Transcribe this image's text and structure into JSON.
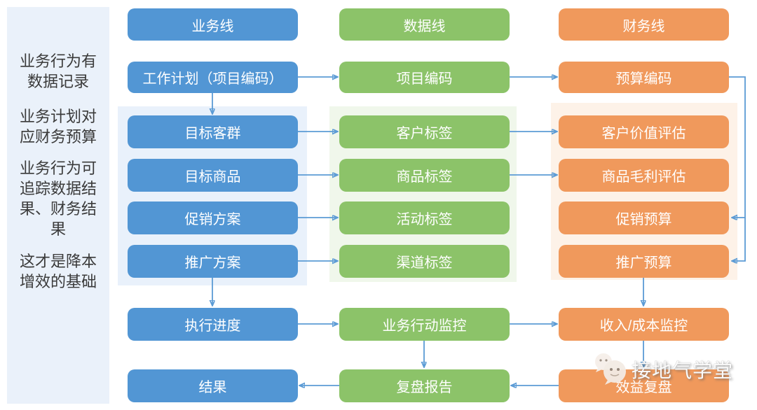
{
  "colors": {
    "blue": "#5296D4",
    "green": "#8CC369",
    "orange": "#F0995C",
    "arrow": "#5B9BD5",
    "sidebar-bg": "#EAF1FA",
    "panel-blue": "#E9F1FB",
    "panel-green": "#F0F7EB",
    "panel-orange": "#FDF2E8",
    "sidebar-text": "#3A3A3A",
    "box-text": "#FFFFFF"
  },
  "sidebar": {
    "notes": [
      "业务行为有数据记录",
      "业务计划对应财务预算",
      "业务行为可追踪数据结果、财务结果",
      "这才是降本增效的基础"
    ]
  },
  "columns": {
    "business": {
      "header": "业务线",
      "plan": "工作计划（项目编码）",
      "items": [
        "目标客群",
        "目标商品",
        "促销方案",
        "推广方案"
      ],
      "monitor": "执行进度",
      "result": "结果"
    },
    "data": {
      "header": "数据线",
      "plan": "项目编码",
      "items": [
        "客户标签",
        "商品标签",
        "活动标签",
        "渠道标签"
      ],
      "monitor": "业务行动监控",
      "result": "复盘报告"
    },
    "finance": {
      "header": "财务线",
      "plan": "预算编码",
      "items": [
        "客户价值评估",
        "商品毛利评估",
        "促销预算",
        "推广预算"
      ],
      "monitor": "收入/成本监控",
      "result": "效益复盘"
    }
  },
  "watermark": {
    "text": "接地气学堂",
    "icon": "chat-bubbles-icon"
  }
}
